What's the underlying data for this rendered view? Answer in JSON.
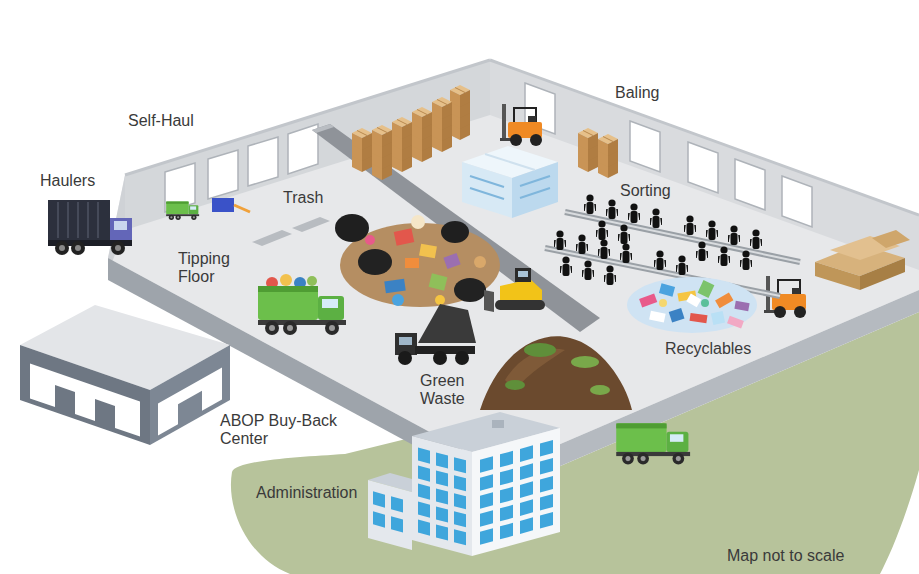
{
  "diagram": {
    "labels": [
      "Baling",
      "Self-Haul",
      "Haulers",
      "Sorting",
      "Trash",
      "Tipping Floor",
      "Recyclables",
      "Green Waste",
      "ABOP Buy-Back Center",
      "Administration",
      "Map not to scale"
    ]
  }
}
